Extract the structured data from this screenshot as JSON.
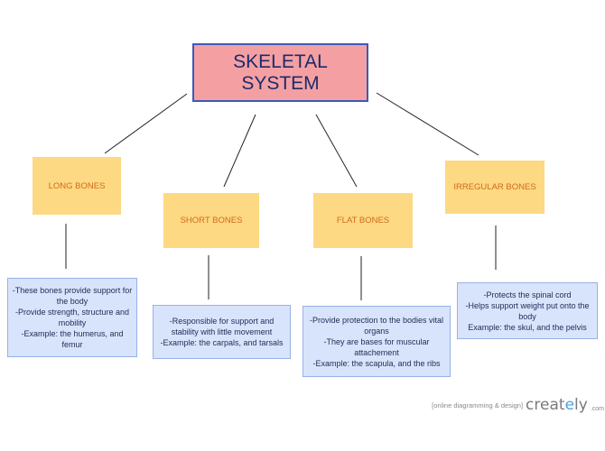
{
  "root": {
    "title": "SKELETAL\nSYSTEM"
  },
  "categories": [
    {
      "label": "LONG BONES",
      "description": [
        "-These bones provide support for the body",
        "-Provide strength, structure and mobility",
        "-Example: the humerus, and femur"
      ]
    },
    {
      "label": "SHORT BONES",
      "description": [
        "-Responsible for support and stability with little movement",
        "-Example: the carpals, and tarsals"
      ]
    },
    {
      "label": "FLAT BONES",
      "description": [
        "-Provide protection to the bodies vital organs",
        "-They are bases for muscular attachement",
        "-Example: the scapula, and the ribs"
      ]
    },
    {
      "label": "IRREGULAR BONES",
      "description": [
        "-Protects the spinal cord",
        "-Helps support weight put onto the body",
        "Example: the skul, and the pelvis"
      ]
    }
  ],
  "branding": {
    "tagline": "[online diagramming & design]",
    "name_start": "creat",
    "name_accent": "e",
    "name_end": "ly",
    "domain": ".com"
  },
  "colors": {
    "root_fill": "#f4a0a3",
    "root_border": "#3b5bb8",
    "category_fill": "#fcd982",
    "category_text": "#d36a19",
    "description_fill": "#d8e4fb",
    "description_border": "#97b1e8",
    "connector": "#222222"
  }
}
